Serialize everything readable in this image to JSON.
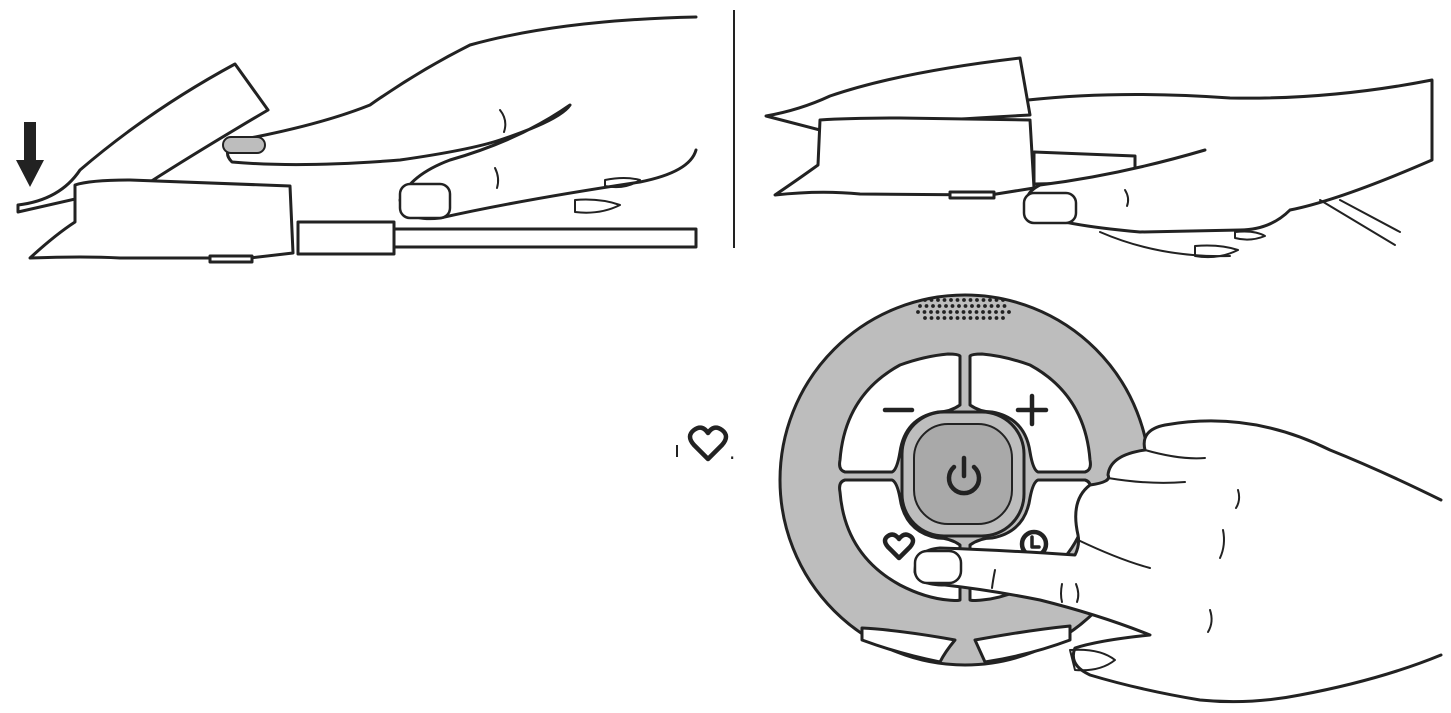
{
  "figure": {
    "panels": [
      {
        "id": "insert-finger",
        "arrow": "down-arrow-icon"
      },
      {
        "id": "finger-inserted"
      },
      {
        "id": "control-buttons"
      }
    ],
    "callout": {
      "icon": "heart-icon",
      "suffix": "."
    },
    "buttons": [
      "minus-icon",
      "plus-icon",
      "power-icon",
      "heart-icon",
      "clock-icon"
    ],
    "colors": {
      "ink": "#222222",
      "device_grey": "#bdbdbd",
      "button_white": "#ffffff"
    }
  }
}
